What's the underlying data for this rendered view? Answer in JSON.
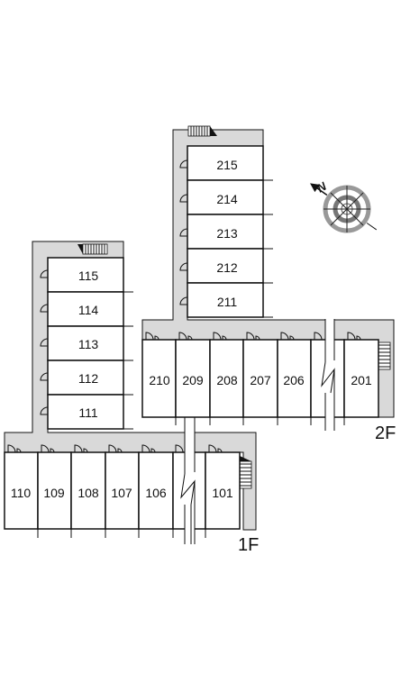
{
  "floors": {
    "first": {
      "label": "1F",
      "wing_units": [
        "115",
        "114",
        "113",
        "112",
        "111"
      ],
      "row_units": [
        "110",
        "109",
        "108",
        "107",
        "106",
        "101"
      ]
    },
    "second": {
      "label": "2F",
      "wing_units": [
        "215",
        "214",
        "213",
        "212",
        "211"
      ],
      "row_units": [
        "210",
        "209",
        "208",
        "207",
        "206",
        "201"
      ]
    }
  },
  "compass": {
    "label": "N",
    "icon": "compass-rose-icon"
  },
  "colors": {
    "corridor": "#d9d9d9",
    "wall": "#111111",
    "unit_fill": "#ffffff"
  }
}
